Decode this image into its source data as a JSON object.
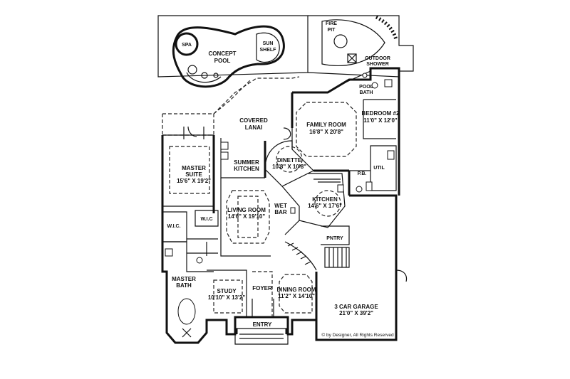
{
  "labels": {
    "spa": "SPA",
    "concept_pool_1": "CONCEPT",
    "concept_pool_2": "POOL",
    "sun_shelf_1": "SUN",
    "sun_shelf_2": "SHELF",
    "fire_pit_1": "FIRE",
    "fire_pit_2": "PIT",
    "outdoor_shower_1": "OUTDOOR",
    "outdoor_shower_2": "SHOWER",
    "pool_bath_1": "POOL",
    "pool_bath_2": "BATH",
    "covered_lanai_1": "COVERED",
    "covered_lanai_2": "LANAI",
    "family_room": "FAMILY ROOM",
    "family_room_dim": "16'8\" X 20'8\"",
    "bedroom2": "BEDROOM #2",
    "bedroom2_dim": "11'0\" X 12'0\"",
    "master_suite_1": "MASTER",
    "master_suite_2": "SUITE",
    "master_suite_dim": "15'6\" X 19'2\"",
    "summer_kitchen_1": "SUMMER",
    "summer_kitchen_2": "KITCHEN",
    "dinette": "DINETTE",
    "dinette_dim": "10'8\" X 10'8\"",
    "util": "UTIL",
    "pb": "P.B.",
    "kitchen": "KITCHEN",
    "kitchen_dim": "14'6\" X 17'6\"",
    "wet_bar_1": "WET",
    "wet_bar_2": "BAR",
    "living_room": "LIVING ROOM",
    "living_room_dim": "14'6\" X 19'10\"",
    "wic_1": "W.I.C.",
    "wic_2": "W.I.C",
    "pntry": "PNTRY",
    "master_bath_1": "MASTER",
    "master_bath_2": "BATH",
    "study": "STUDY",
    "study_dim": "10'10\" X 13'2\"",
    "foyer": "FOYER",
    "dining_room": "DINING ROOM",
    "dining_room_dim": "11'2\" X 14'10\"",
    "garage": "3 CAR GARAGE",
    "garage_dim": "21'0\" X 39'2\"",
    "entry": "ENTRY",
    "copyright": "© by Designer, All Rights Reserved"
  }
}
